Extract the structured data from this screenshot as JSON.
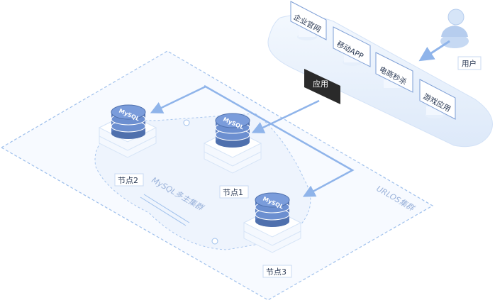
{
  "apps": [
    "企业官网",
    "移动APP",
    "电商秒杀",
    "游戏应用"
  ],
  "user_label": "用户",
  "app_badge": "应用",
  "cluster_label": "URLOS集群",
  "mysql_group_label": "MySQL多主集群",
  "db_label": "MySQL",
  "nodes": [
    "节点1",
    "节点2",
    "节点3"
  ],
  "colors": {
    "accent": "#8fb4ea",
    "db_body": "#6c8fd0",
    "db_dark": "#4f70ad",
    "badge_bg": "#2a2a2a",
    "platform": "#e9f1fc"
  }
}
